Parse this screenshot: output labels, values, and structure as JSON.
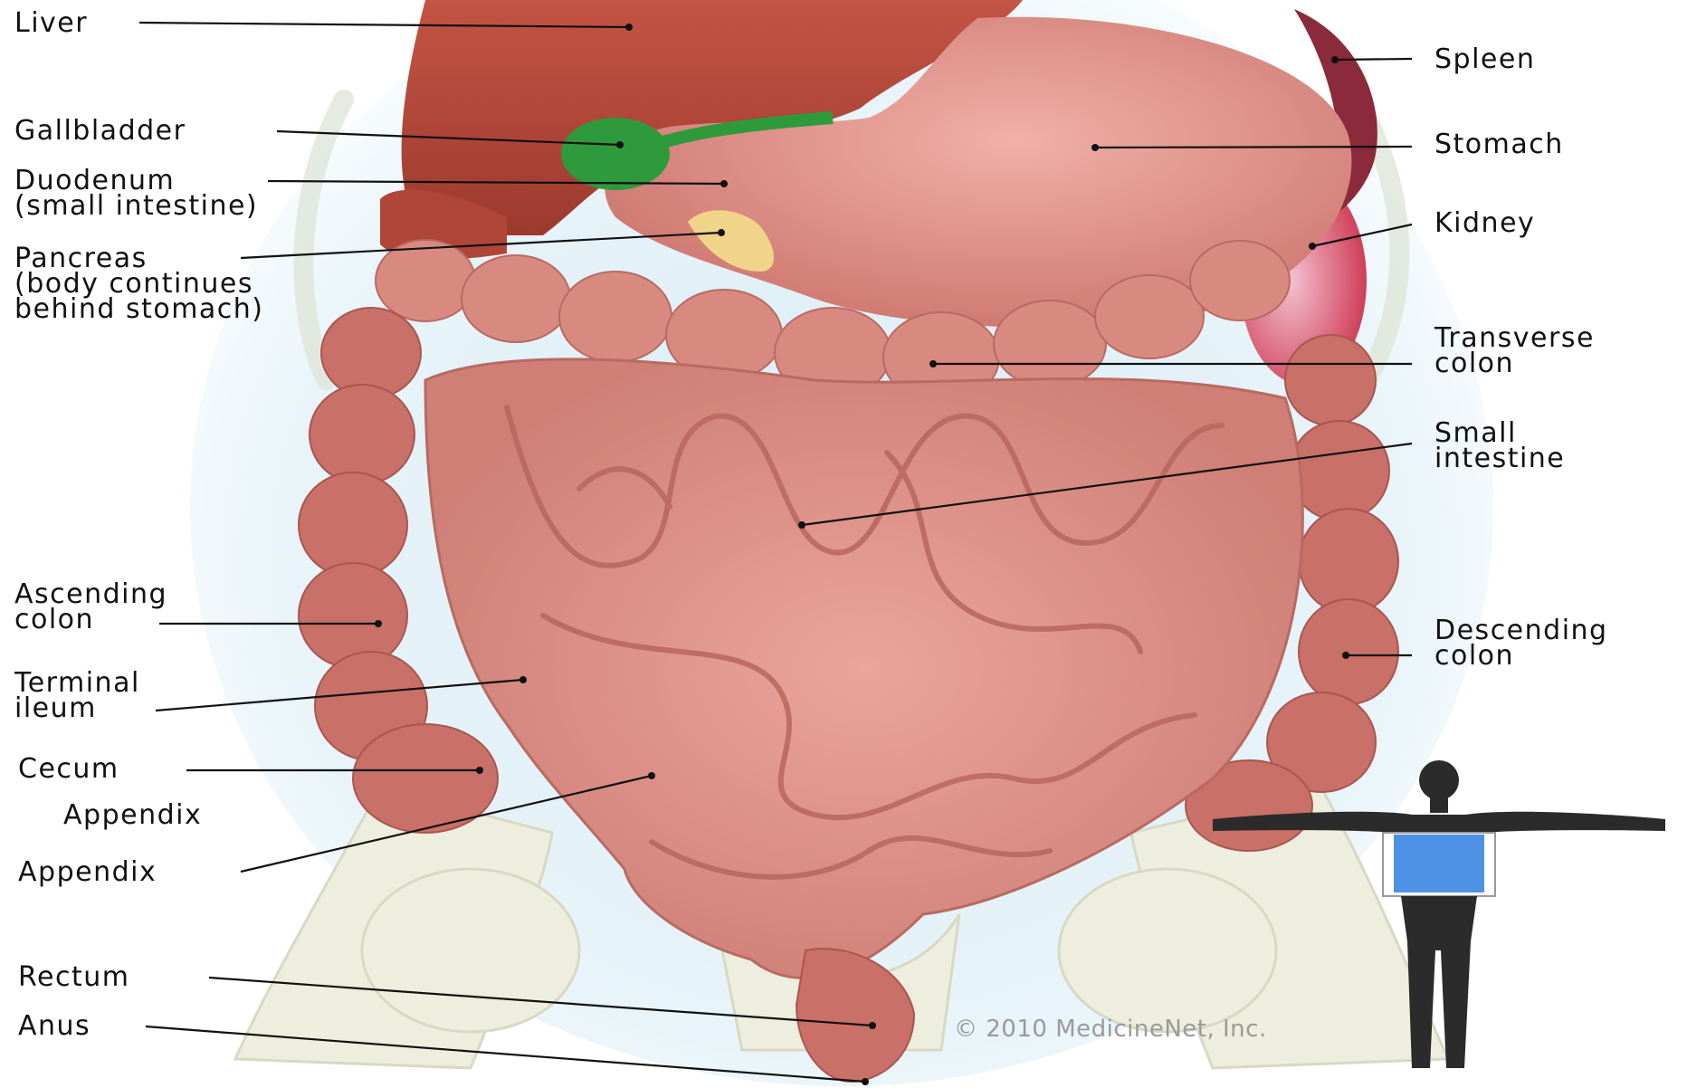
{
  "labels": {
    "liver": "Liver",
    "gallbladder": "Gallbladder",
    "duodenum": [
      "Duodenum",
      "(small intestine)"
    ],
    "pancreas": [
      "Pancreas",
      "(body continues",
      "behind stomach)"
    ],
    "ascending_colon": [
      "Ascending",
      "colon"
    ],
    "terminal_ileum": [
      "Terminal",
      "ileum"
    ],
    "cecum": "Cecum",
    "appendix_caption": "Appendix",
    "appendix": "Appendix",
    "rectum": "Rectum",
    "anus": "Anus",
    "spleen": "Spleen",
    "stomach": "Stomach",
    "kidney": "Kidney",
    "transverse_colon": [
      "Transverse",
      "colon"
    ],
    "small_intestine": [
      "Small",
      "intestine"
    ],
    "descending_colon": [
      "Descending",
      "colon"
    ]
  },
  "copyright": "© 2010 MedicineNet, Inc.",
  "colors": {
    "liver": "#b5483a",
    "stomach": "#e4908a",
    "gallbladder": "#2f9a3c",
    "intestine": "#d98a80",
    "colon": "#c97068",
    "spleen": "#8a2a3a",
    "kidney": "#d24a60",
    "pancreas": "#f0d48a",
    "bone": "#eeeede",
    "leader": "#111111",
    "figure_body": "#2b2b2b",
    "figure_highlight": "#2f7fe0"
  }
}
